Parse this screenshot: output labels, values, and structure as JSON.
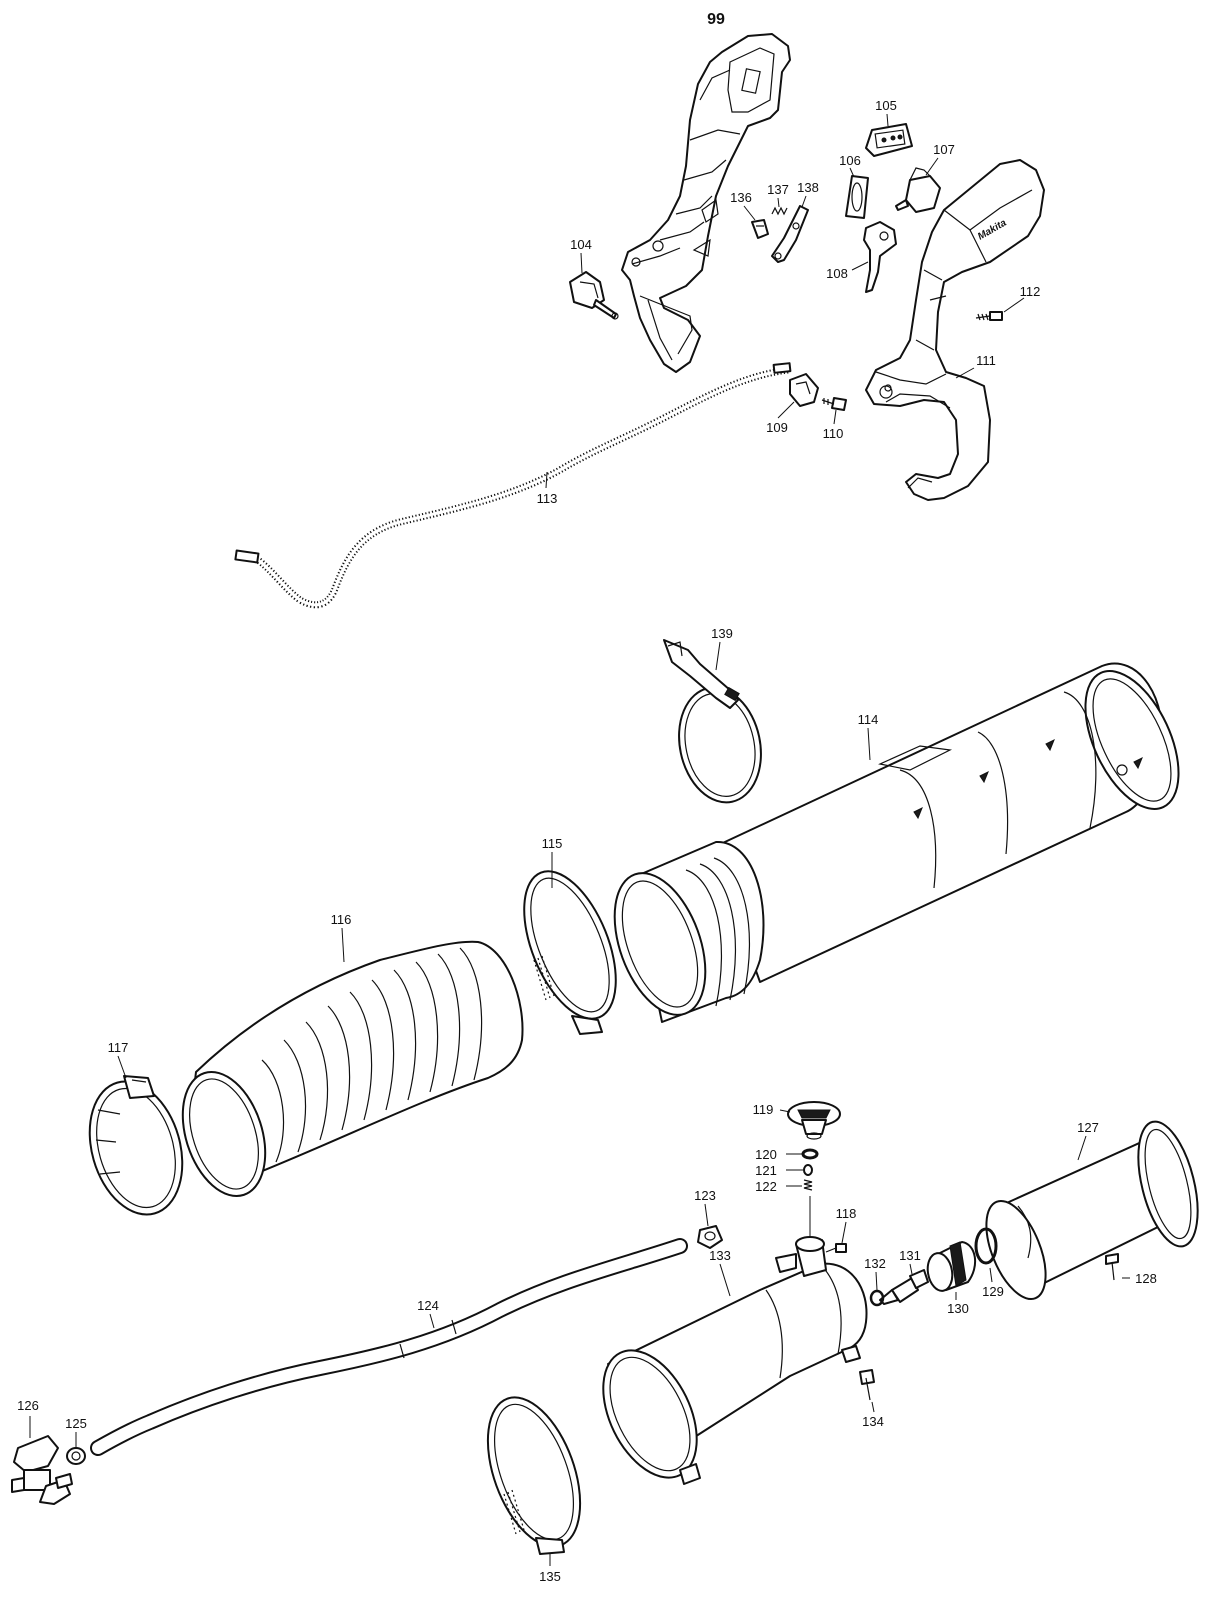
{
  "diagram": {
    "brand_marking": "Makita",
    "callouts": {
      "p99": "99",
      "p104": "104",
      "p105": "105",
      "p106": "106",
      "p107": "107",
      "p108": "108",
      "p109": "109",
      "p110": "110",
      "p111": "111",
      "p112": "112",
      "p113": "113",
      "p114": "114",
      "p115": "115",
      "p116": "116",
      "p117": "117",
      "p118": "118",
      "p119": "119",
      "p120": "120",
      "p121": "121",
      "p122": "122",
      "p123": "123",
      "p124": "124",
      "p125": "125",
      "p126": "126",
      "p127": "127",
      "p128": "128",
      "p129": "129",
      "p130": "130",
      "p131": "131",
      "p132": "132",
      "p133": "133",
      "p134": "134",
      "p135": "135",
      "p136": "136",
      "p137": "137",
      "p138": "138",
      "p139": "139"
    }
  }
}
